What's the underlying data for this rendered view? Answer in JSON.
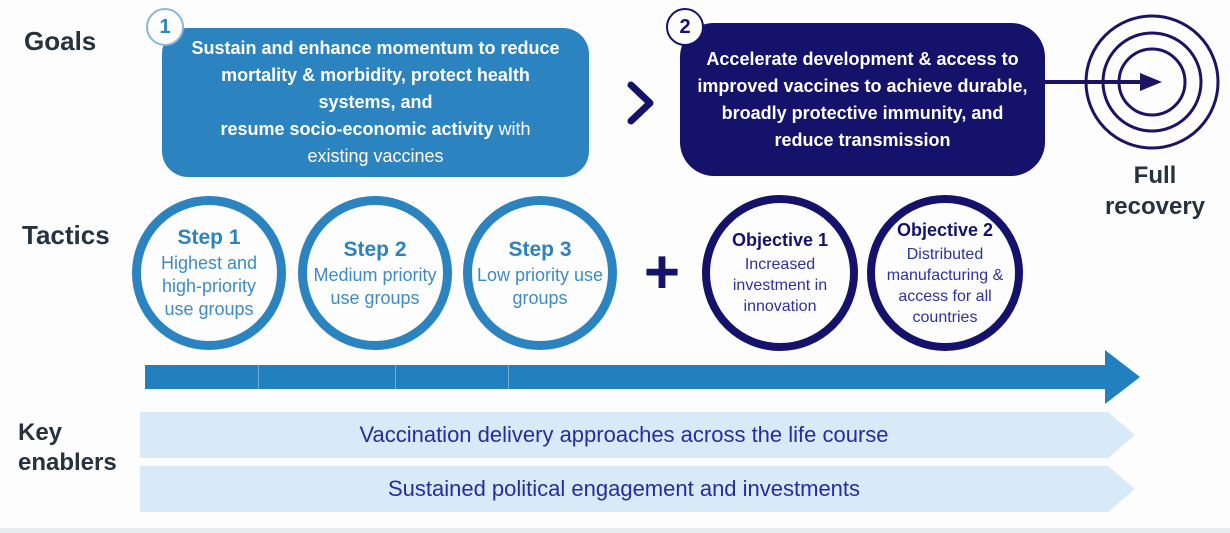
{
  "labels": {
    "goals": "Goals",
    "tactics": "Tactics",
    "key_enablers": "Key enablers",
    "full_recovery": "Full recovery"
  },
  "goals": {
    "goal1": {
      "number": "1",
      "text_bold_a": "Sustain and enhance momentum to reduce mortality & morbidity, protect health systems, and",
      "text_bold_b": "resume socio-economic activity",
      "text_regular": " with existing vaccines"
    },
    "connector": ">",
    "goal2": {
      "number": "2",
      "text": "Accelerate development & access to improved vaccines to achieve durable, broadly protective immunity, and reduce transmission"
    },
    "outcome": "Full recovery"
  },
  "tactics": {
    "steps": [
      {
        "title": "Step 1",
        "desc": "Highest and high-priority use groups"
      },
      {
        "title": "Step 2",
        "desc": "Medium priority use groups"
      },
      {
        "title": "Step 3",
        "desc": "Low priority use groups"
      }
    ],
    "plus": "+",
    "objectives": [
      {
        "title": "Objective 1",
        "desc": "Increased investment in innovation"
      },
      {
        "title": "Objective 2",
        "desc": "Distributed manufacturing & access for all countries"
      }
    ]
  },
  "enablers": {
    "bands": [
      {
        "text": "Vaccination delivery approaches across the life course"
      },
      {
        "text": "Sustained political engagement and investments"
      }
    ]
  },
  "icons": {
    "chevron_right": "chevron-right-icon",
    "bullseye": "bullseye-target-icon",
    "arrow_right": "arrow-right-icon"
  },
  "colors": {
    "blue": "#2b83c0",
    "navy": "#15126b",
    "band_light_blue": "#d8e9f7",
    "band_text_navy": "#272c9c",
    "label_dark": "#26323e",
    "white": "#ffffff"
  }
}
